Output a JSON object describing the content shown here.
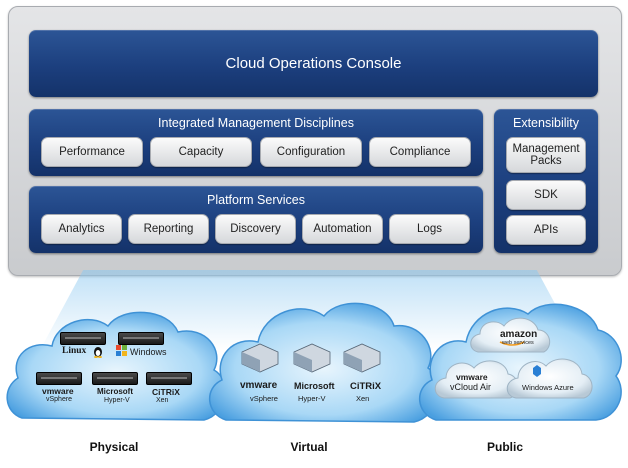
{
  "console": {
    "title": "Cloud Operations Console"
  },
  "disciplines": {
    "title": "Integrated Management Disciplines",
    "items": [
      "Performance",
      "Capacity",
      "Configuration",
      "Compliance"
    ]
  },
  "extensibility": {
    "title": "Extensibility",
    "items": [
      "Management Packs",
      "SDK",
      "APIs"
    ]
  },
  "platform": {
    "title": "Platform Services",
    "items": [
      "Analytics",
      "Reporting",
      "Discovery",
      "Automation",
      "Logs"
    ]
  },
  "clouds": {
    "physical": {
      "label": "Physical",
      "logos": {
        "linux": "Linux",
        "windows": "Windows"
      },
      "vendors": [
        {
          "brand": "vmware",
          "product": "vSphere"
        },
        {
          "brand": "Microsoft",
          "product": "Hyper-V"
        },
        {
          "brand": "CiTRiX",
          "product": "Xen"
        }
      ]
    },
    "virtual": {
      "label": "Virtual",
      "vendors": [
        {
          "brand": "vmware",
          "product": "vSphere"
        },
        {
          "brand": "Microsoft",
          "product": "Hyper-V"
        },
        {
          "brand": "CiTRiX",
          "product": "Xen"
        }
      ]
    },
    "public": {
      "label": "Public",
      "amazon": {
        "brand": "amazon",
        "sub": "web services"
      },
      "vcloud": {
        "brand": "vmware",
        "product": "vCloud Air"
      },
      "azure": {
        "brand": "Windows Azure"
      }
    }
  },
  "colors": {
    "module_blue": "#1c3f7e",
    "panel_gray": "#d3d5d8",
    "cloud_blue": "#5fb0e6",
    "amazon_orange": "#f29b1d"
  },
  "icons": [
    "server-icon",
    "linux-penguin-icon",
    "windows-flag-icon",
    "vm-stack-icon",
    "amazon-cloud-icon",
    "azure-logo-icon"
  ]
}
